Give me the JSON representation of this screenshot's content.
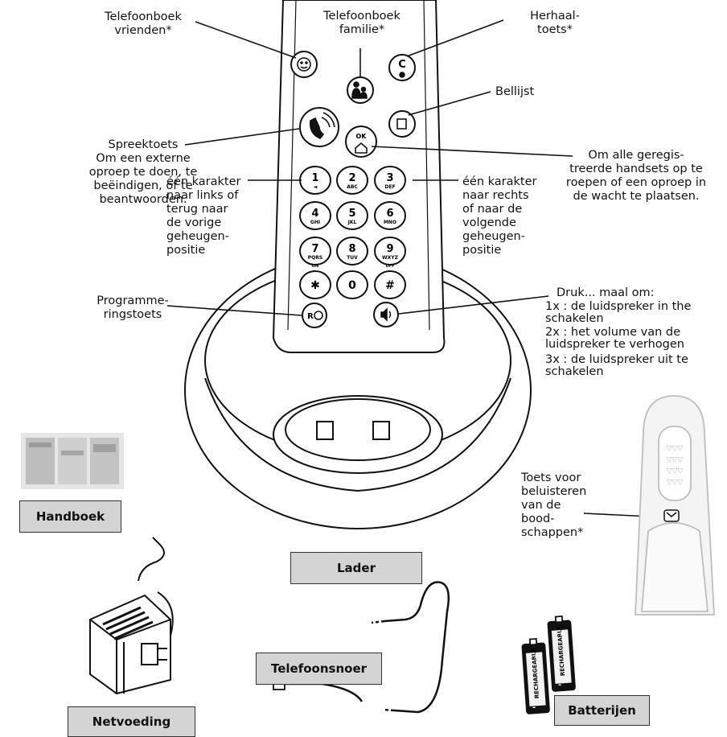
{
  "callouts": {
    "telefoonboek_vrienden": "Telefoonboek\nvrienden*",
    "telefoonboek_familie": "Telefoonboek\nfamilie*",
    "herhaaltoets": "Herhaal-\ntoets*",
    "bellijst": "Bellijst",
    "spreektoets": "Spreektoets\nOm een externe\noproep te doen, te\nbeëindigen, of te\nbeantwoorden.",
    "handsets": "Om alle geregis-\ntreerde handsets op te\nroepen of een oproep in\nde wacht te plaatsen.",
    "links": "één karakter\nnaar links of\nterug naar\nde vorige\ngeheugen-\npositie",
    "rechts": "één karakter\nnaar rechts\nof naar de\nvolgende\ngeheugen-\npositie",
    "programmeringstoets": "Programme-\nringstoets",
    "druk_title": "Druk... maal om:",
    "druk_1x": "1x : de luidspreker in the\n       schakelen",
    "druk_2x": "2x : het volume van de\n       luidspreker te verhogen",
    "druk_3x": "3x : de luidspreker uit te\n       schakelen",
    "boodschappen": "Toets voor\nbeluisteren\nvan de\nbood-\nschappen*"
  },
  "boxes": {
    "handboek": "Handboek",
    "lader": "Lader",
    "netvoeding": "Netvoeding",
    "telefoonsnoer": "Telefoonsnoer",
    "batterijen": "Batterijen"
  },
  "keys": [
    {
      "main": "1",
      "sub": "◄"
    },
    {
      "main": "2",
      "sub": "ABC"
    },
    {
      "main": "3",
      "sub": "DEF"
    },
    {
      "main": "4",
      "sub": "GHI"
    },
    {
      "main": "5",
      "sub": "JKL"
    },
    {
      "main": "6",
      "sub": "MNO"
    },
    {
      "main": "7",
      "sub": "PQRS"
    },
    {
      "main": "8",
      "sub": "TUV"
    },
    {
      "main": "9",
      "sub": "WXYZ"
    },
    {
      "main": "✱",
      "sub": ""
    },
    {
      "main": "0",
      "sub": ""
    },
    {
      "main": "#",
      "sub": ""
    }
  ],
  "key_labels": {
    "c_key": "C",
    "ok_key": "OK",
    "r_key": "R",
    "battery_text": "RECHARGEABLE",
    "battery_plus": "+",
    "battery_minus": "-",
    "on": "ON",
    "off": "OFF"
  }
}
